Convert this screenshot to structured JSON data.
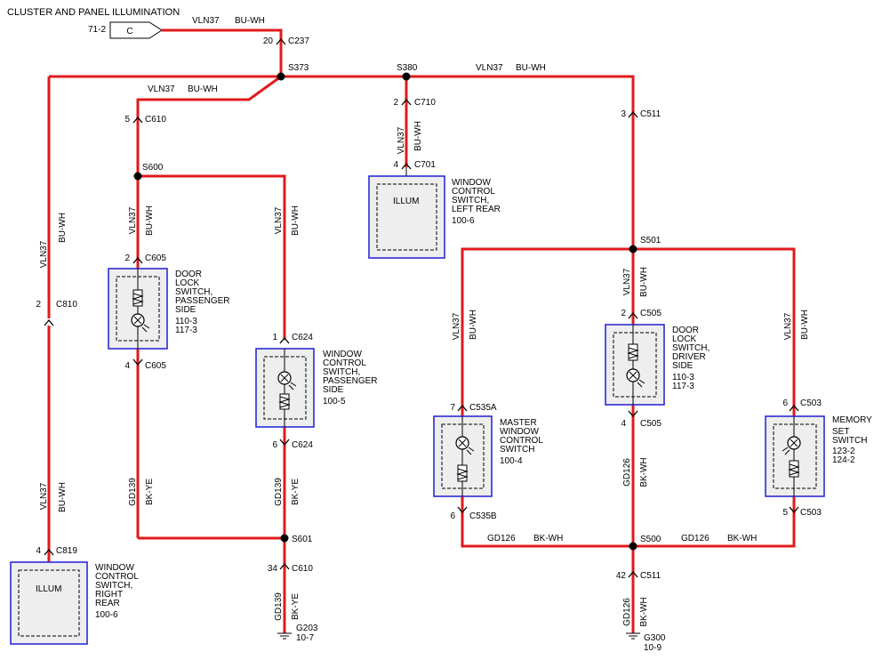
{
  "title": "CLUSTER AND PANEL ILLUMINATION",
  "page_ref": "71-2",
  "page_tag": "C",
  "wire_vln37": "VLN37",
  "wire_buwh": "BU-WH",
  "wire_gd126": "GD126",
  "wire_gd139": "GD139",
  "wire_bkwh": "BK-WH",
  "wire_bkye": "BK-YE",
  "illum": "ILLUM",
  "splices": {
    "s373": "S373",
    "s380": "S380",
    "s600": "S600",
    "s501": "S501",
    "s601": "S601",
    "s500": "S500"
  },
  "connectors": {
    "c237": {
      "pin": "20",
      "name": "C237"
    },
    "c610a": {
      "pin": "5",
      "name": "C610"
    },
    "c710": {
      "pin": "2",
      "name": "C710"
    },
    "c701": {
      "pin": "4",
      "name": "C701"
    },
    "c511a": {
      "pin": "3",
      "name": "C511"
    },
    "c605a": {
      "pin": "2",
      "name": "C605"
    },
    "c605b": {
      "pin": "4",
      "name": "C605"
    },
    "c810": {
      "pin": "2",
      "name": "C810"
    },
    "c624a": {
      "pin": "1",
      "name": "C624"
    },
    "c624b": {
      "pin": "6",
      "name": "C624"
    },
    "c505a": {
      "pin": "2",
      "name": "C505"
    },
    "c505b": {
      "pin": "4",
      "name": "C505"
    },
    "c535a": {
      "pin": "7",
      "name": "C535A"
    },
    "c535b": {
      "pin": "6",
      "name": "C535B"
    },
    "c503a": {
      "pin": "6",
      "name": "C503"
    },
    "c503b": {
      "pin": "5",
      "name": "C503"
    },
    "c819": {
      "pin": "4",
      "name": "C819"
    },
    "c610b": {
      "pin": "34",
      "name": "C610"
    },
    "c511b": {
      "pin": "42",
      "name": "C511"
    }
  },
  "components": {
    "door_pass": [
      "DOOR",
      "LOCK",
      "SWITCH,",
      "PASSENGER",
      "SIDE",
      "110-3",
      "117-3"
    ],
    "win_lr": [
      "WINDOW",
      "CONTROL",
      "SWITCH,",
      "LEFT REAR",
      "100-6"
    ],
    "win_pass": [
      "WINDOW",
      "CONTROL",
      "SWITCH,",
      "PASSENGER",
      "SIDE",
      "100-5"
    ],
    "door_drv": [
      "DOOR",
      "LOCK",
      "SWITCH,",
      "DRIVER",
      "SIDE",
      "110-3",
      "117-3"
    ],
    "master": [
      "MASTER",
      "WINDOW",
      "CONTROL",
      "SWITCH",
      "100-4"
    ],
    "memory": [
      "MEMORY",
      "SET",
      "SWITCH",
      "123-2",
      "124-2"
    ],
    "win_rr": [
      "WINDOW",
      "CONTROL",
      "SWITCH,",
      "RIGHT",
      "REAR",
      "100-6"
    ]
  },
  "grounds": {
    "g203": {
      "name": "G203",
      "ref": "10-7"
    },
    "g300": {
      "name": "G300",
      "ref": "10-9"
    }
  },
  "colors": {
    "wire": "#e11a1a",
    "box_border": "#2b2bd6",
    "box_fill": "#eeeeee"
  }
}
